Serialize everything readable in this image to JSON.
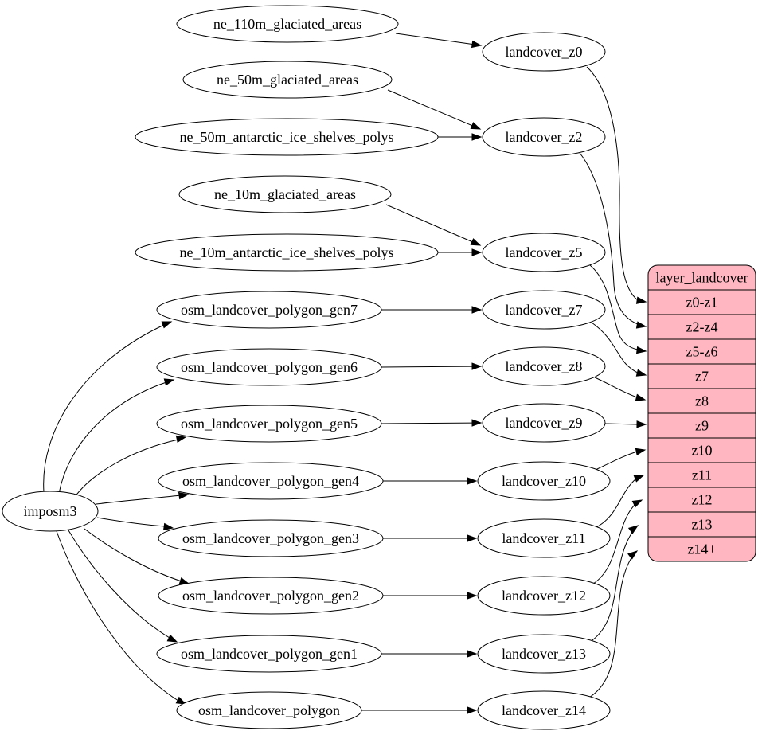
{
  "diagram": {
    "kind": "graphviz-dataflow",
    "colors": {
      "background": "#ffffff",
      "node_fill": "#ffffff",
      "table_fill": "#ffb6c1",
      "stroke": "#000000",
      "text": "#000000"
    },
    "nodes": [
      {
        "id": "imposm3",
        "label": "imposm3",
        "role": "importer"
      },
      {
        "id": "ne_110m_glaciated_areas",
        "label": "ne_110m_glaciated_areas",
        "role": "source"
      },
      {
        "id": "ne_50m_glaciated_areas",
        "label": "ne_50m_glaciated_areas",
        "role": "source"
      },
      {
        "id": "ne_50m_antarctic_ice_shelves_polys",
        "label": "ne_50m_antarctic_ice_shelves_polys",
        "role": "source"
      },
      {
        "id": "ne_10m_glaciated_areas",
        "label": "ne_10m_glaciated_areas",
        "role": "source"
      },
      {
        "id": "ne_10m_antarctic_ice_shelves_polys",
        "label": "ne_10m_antarctic_ice_shelves_polys",
        "role": "source"
      },
      {
        "id": "osm_landcover_polygon_gen7",
        "label": "osm_landcover_polygon_gen7",
        "role": "source"
      },
      {
        "id": "osm_landcover_polygon_gen6",
        "label": "osm_landcover_polygon_gen6",
        "role": "source"
      },
      {
        "id": "osm_landcover_polygon_gen5",
        "label": "osm_landcover_polygon_gen5",
        "role": "source"
      },
      {
        "id": "osm_landcover_polygon_gen4",
        "label": "osm_landcover_polygon_gen4",
        "role": "source"
      },
      {
        "id": "osm_landcover_polygon_gen3",
        "label": "osm_landcover_polygon_gen3",
        "role": "source"
      },
      {
        "id": "osm_landcover_polygon_gen2",
        "label": "osm_landcover_polygon_gen2",
        "role": "source"
      },
      {
        "id": "osm_landcover_polygon_gen1",
        "label": "osm_landcover_polygon_gen1",
        "role": "source"
      },
      {
        "id": "osm_landcover_polygon",
        "label": "osm_landcover_polygon",
        "role": "source"
      },
      {
        "id": "landcover_z0",
        "label": "landcover_z0",
        "role": "intermediate"
      },
      {
        "id": "landcover_z2",
        "label": "landcover_z2",
        "role": "intermediate"
      },
      {
        "id": "landcover_z5",
        "label": "landcover_z5",
        "role": "intermediate"
      },
      {
        "id": "landcover_z7",
        "label": "landcover_z7",
        "role": "intermediate"
      },
      {
        "id": "landcover_z8",
        "label": "landcover_z8",
        "role": "intermediate"
      },
      {
        "id": "landcover_z9",
        "label": "landcover_z9",
        "role": "intermediate"
      },
      {
        "id": "landcover_z10",
        "label": "landcover_z10",
        "role": "intermediate"
      },
      {
        "id": "landcover_z11",
        "label": "landcover_z11",
        "role": "intermediate"
      },
      {
        "id": "landcover_z12",
        "label": "landcover_z12",
        "role": "intermediate"
      },
      {
        "id": "landcover_z13",
        "label": "landcover_z13",
        "role": "intermediate"
      },
      {
        "id": "landcover_z14",
        "label": "landcover_z14",
        "role": "intermediate"
      }
    ],
    "table": {
      "id": "layer_landcover",
      "title": "layer_landcover",
      "rows": [
        "z0-z1",
        "z2-z4",
        "z5-z6",
        "z7",
        "z8",
        "z9",
        "z10",
        "z11",
        "z12",
        "z13",
        "z14+"
      ]
    },
    "edges": [
      {
        "from": "ne_110m_glaciated_areas",
        "to": "landcover_z0"
      },
      {
        "from": "ne_50m_glaciated_areas",
        "to": "landcover_z2"
      },
      {
        "from": "ne_50m_antarctic_ice_shelves_polys",
        "to": "landcover_z2"
      },
      {
        "from": "ne_10m_glaciated_areas",
        "to": "landcover_z5"
      },
      {
        "from": "ne_10m_antarctic_ice_shelves_polys",
        "to": "landcover_z5"
      },
      {
        "from": "osm_landcover_polygon_gen7",
        "to": "landcover_z7"
      },
      {
        "from": "osm_landcover_polygon_gen6",
        "to": "landcover_z8"
      },
      {
        "from": "osm_landcover_polygon_gen5",
        "to": "landcover_z9"
      },
      {
        "from": "osm_landcover_polygon_gen4",
        "to": "landcover_z10"
      },
      {
        "from": "osm_landcover_polygon_gen3",
        "to": "landcover_z11"
      },
      {
        "from": "osm_landcover_polygon_gen2",
        "to": "landcover_z12"
      },
      {
        "from": "osm_landcover_polygon_gen1",
        "to": "landcover_z13"
      },
      {
        "from": "osm_landcover_polygon",
        "to": "landcover_z14"
      },
      {
        "from": "imposm3",
        "to": "osm_landcover_polygon_gen7"
      },
      {
        "from": "imposm3",
        "to": "osm_landcover_polygon_gen6"
      },
      {
        "from": "imposm3",
        "to": "osm_landcover_polygon_gen5"
      },
      {
        "from": "imposm3",
        "to": "osm_landcover_polygon_gen4"
      },
      {
        "from": "imposm3",
        "to": "osm_landcover_polygon_gen3"
      },
      {
        "from": "imposm3",
        "to": "osm_landcover_polygon_gen2"
      },
      {
        "from": "imposm3",
        "to": "osm_landcover_polygon_gen1"
      },
      {
        "from": "imposm3",
        "to": "osm_landcover_polygon"
      },
      {
        "from": "landcover_z0",
        "to": "layer_landcover",
        "to_row": "z0-z1"
      },
      {
        "from": "landcover_z2",
        "to": "layer_landcover",
        "to_row": "z2-z4"
      },
      {
        "from": "landcover_z5",
        "to": "layer_landcover",
        "to_row": "z5-z6"
      },
      {
        "from": "landcover_z7",
        "to": "layer_landcover",
        "to_row": "z7"
      },
      {
        "from": "landcover_z8",
        "to": "layer_landcover",
        "to_row": "z8"
      },
      {
        "from": "landcover_z9",
        "to": "layer_landcover",
        "to_row": "z9"
      },
      {
        "from": "landcover_z10",
        "to": "layer_landcover",
        "to_row": "z10"
      },
      {
        "from": "landcover_z11",
        "to": "layer_landcover",
        "to_row": "z11"
      },
      {
        "from": "landcover_z12",
        "to": "layer_landcover",
        "to_row": "z12"
      },
      {
        "from": "landcover_z13",
        "to": "layer_landcover",
        "to_row": "z13"
      },
      {
        "from": "landcover_z14",
        "to": "layer_landcover",
        "to_row": "z14+"
      }
    ]
  }
}
